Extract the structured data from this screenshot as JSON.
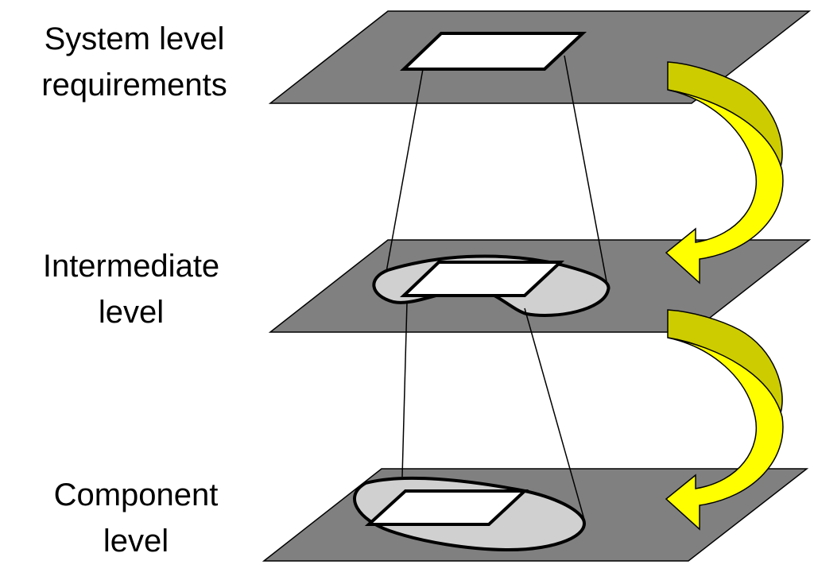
{
  "diagram": {
    "levels": [
      {
        "id": "system",
        "lines": [
          "System level",
          "requirements"
        ]
      },
      {
        "id": "intermediate",
        "lines": [
          "Intermediate",
          "level"
        ]
      },
      {
        "id": "component",
        "lines": [
          "Component",
          "level"
        ]
      }
    ],
    "colors": {
      "plane": "#808080",
      "region": "#d0d0d0",
      "box": "#ffffff",
      "outline": "#000000",
      "arrow_light": "#ffff00",
      "arrow_dark": "#cccc00"
    }
  }
}
